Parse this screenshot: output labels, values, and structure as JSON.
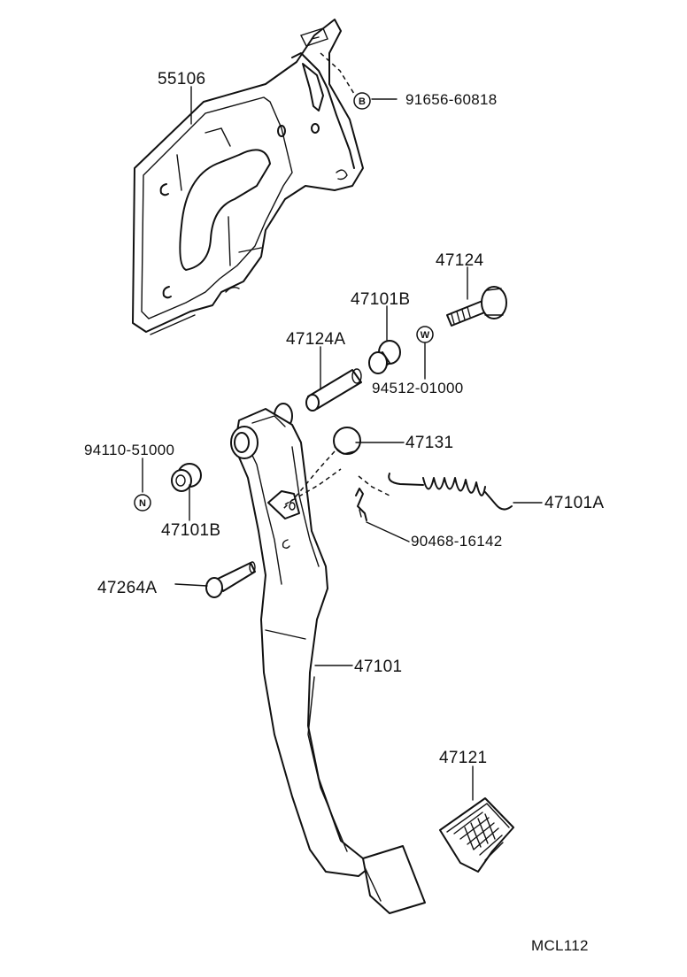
{
  "labels": {
    "bracket": "55106",
    "bolt_b": "91656-60818",
    "bolt": "47124",
    "bushing_upper": "47101B",
    "collar": "47124A",
    "washer": "94512-01000",
    "cushion": "47131",
    "nut": "94110-51000",
    "bushing_lower": "47101B",
    "spring": "47101A",
    "clip": "90468-16142",
    "stopper_bolt": "47264A",
    "pedal_arm": "47101",
    "pedal_pad": "47121",
    "figure_code": "MCL112"
  },
  "badges": {
    "b": "B",
    "w": "W",
    "n": "N"
  },
  "icons": [
    "bracket-part",
    "pedal-arm-part",
    "pedal-pad-part",
    "spring-part",
    "bolt-part",
    "collar-part",
    "bushing-part",
    "cushion-part",
    "clip-part"
  ]
}
